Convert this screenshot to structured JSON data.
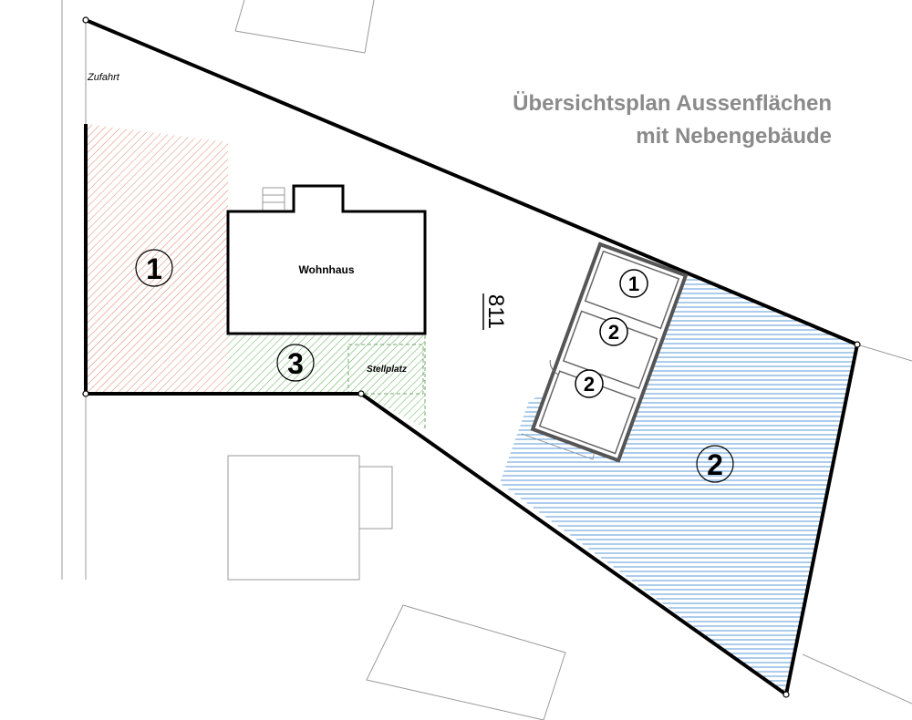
{
  "title": {
    "line1": "Übersichtsplan Aussenflächen",
    "line2": "mit Nebengebäude"
  },
  "labels": {
    "access": "Zufahrt",
    "house": "Wohnhaus",
    "parking": "Stellplatz",
    "parcel_number": "811"
  },
  "areas": {
    "west": "1",
    "east": "2",
    "south": "3"
  },
  "outbuilding_rooms": [
    "1",
    "2",
    "2"
  ],
  "colors": {
    "hatch_west": "#e0806a",
    "hatch_east": "#5a9ad8",
    "hatch_south": "#58b050",
    "boundary": "#000000",
    "context_lines": "#9a9a9a",
    "title": "#8a8a8a"
  }
}
